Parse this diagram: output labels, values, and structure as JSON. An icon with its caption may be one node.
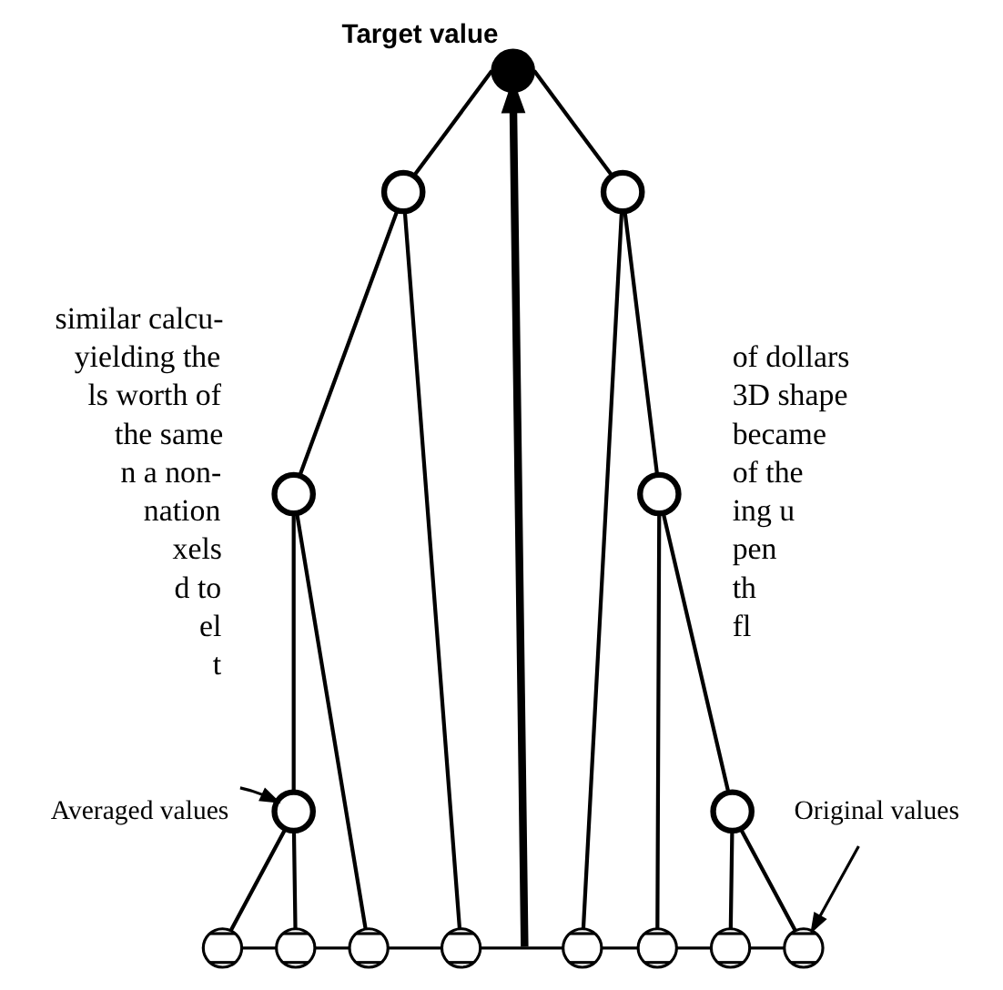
{
  "diagram": {
    "nodes": [
      {
        "text": [],
        "shape": "circle",
        "beside": [
          "Target value"
        ]
      },
      {
        "text": [],
        "shape": "circle"
      },
      {
        "text": [],
        "shape": "circle"
      },
      {
        "text": [],
        "shape": "circle"
      },
      {
        "text": [],
        "shape": "circle"
      },
      {
        "text": [],
        "shape": "circle"
      },
      {
        "text": [],
        "shape": "circle"
      },
      {
        "text": [],
        "shape": "circle"
      },
      {
        "text": [],
        "shape": "circle"
      },
      {
        "text": [],
        "shape": "circle"
      },
      {
        "text": [],
        "shape": "circle"
      },
      {
        "text": [],
        "shape": "circle"
      },
      {
        "text": [],
        "shape": "circle"
      },
      {
        "text": [],
        "shape": "circle"
      },
      {
        "text": [],
        "shape": "circle"
      },
      {
        "text": [
          "Averaged values"
        ]
      },
      {
        "text": [
          "Original values"
        ]
      }
    ],
    "edges": [
      {
        "from": 0,
        "to": 1,
        "arrow": "none"
      },
      {
        "from": 0,
        "to": 2,
        "arrow": "none"
      },
      {
        "from": 1,
        "to": 3,
        "arrow": "none"
      },
      {
        "from": 1,
        "to": 10,
        "arrow": "none"
      },
      {
        "from": 2,
        "to": 11,
        "arrow": "none"
      },
      {
        "from": 2,
        "to": 4,
        "arrow": "none"
      },
      {
        "from": 3,
        "to": 5,
        "arrow": "none"
      },
      {
        "from": 3,
        "to": 9,
        "arrow": "none"
      },
      {
        "from": 4,
        "to": 12,
        "arrow": "none"
      },
      {
        "from": 4,
        "to": 6,
        "arrow": "none"
      },
      {
        "from": 5,
        "to": 7,
        "arrow": "none"
      },
      {
        "from": 5,
        "to": 8,
        "arrow": "none"
      },
      {
        "from": 6,
        "to": 13,
        "arrow": "none"
      },
      {
        "from": 6,
        "to": 14,
        "arrow": "none"
      },
      {
        "from": 7,
        "to": 8,
        "arrow": "none"
      },
      {
        "from": 8,
        "to": 9,
        "arrow": "none"
      },
      {
        "from": 9,
        "to": 10,
        "arrow": "none"
      },
      {
        "from": 10,
        "to": 11,
        "arrow": "none"
      },
      {
        "from": 11,
        "to": 12,
        "arrow": "none"
      },
      {
        "from": 12,
        "to": 13,
        "arrow": "none"
      },
      {
        "from": 13,
        "to": 14,
        "arrow": "none"
      },
      {
        "from": null,
        "to": 0,
        "arrow": "to",
        "style": "thick"
      },
      {
        "from": 15,
        "to": 5,
        "arrow": "to"
      },
      {
        "from": 16,
        "to": 14,
        "arrow": "to"
      }
    ],
    "labels": [
      "similar calcu-",
      "yielding the",
      "ls worth of",
      "the same",
      "n a non-",
      "nation",
      "xels",
      "d to",
      "el",
      "t",
      "of dollars",
      "3D shape",
      "became",
      "of the",
      "ing u",
      "pen",
      "th",
      "fl"
    ]
  }
}
